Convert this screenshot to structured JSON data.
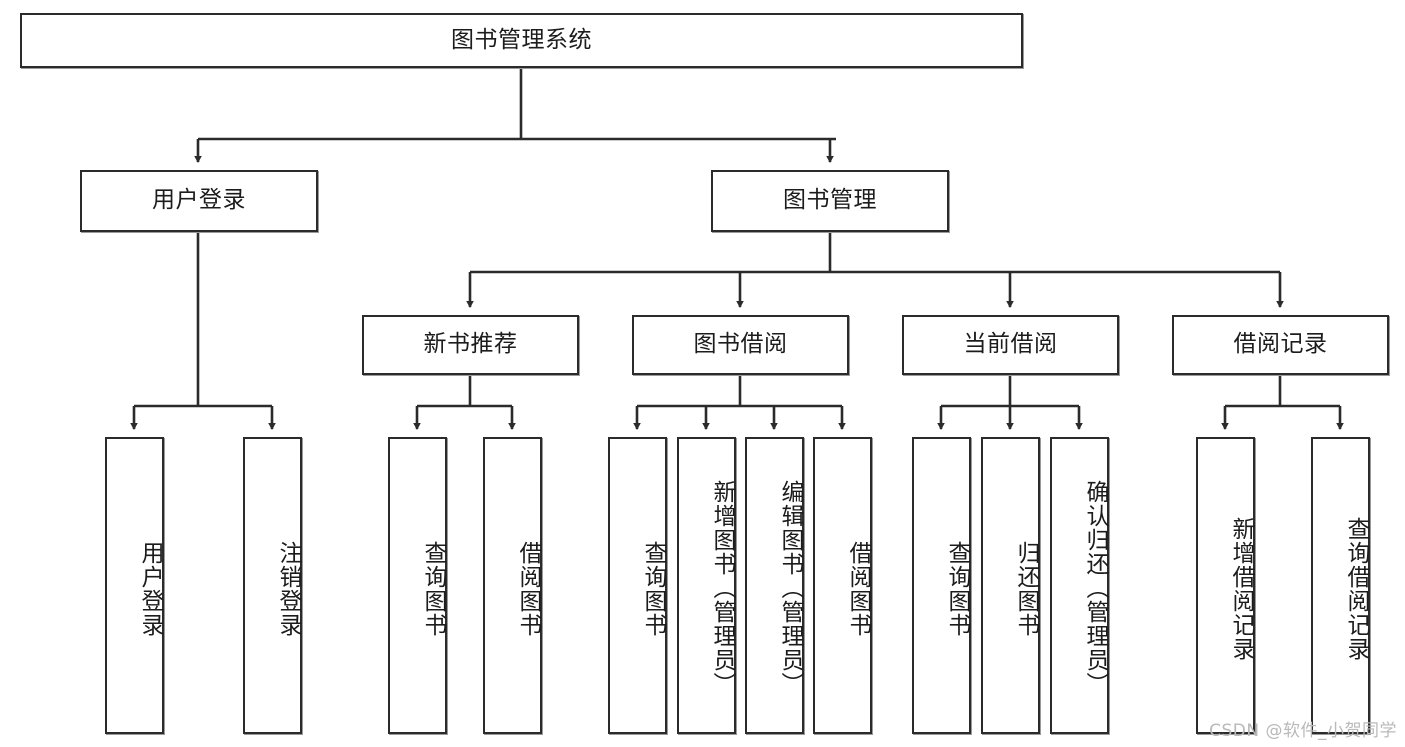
{
  "diagram": {
    "title": "图书管理系统",
    "type": "tree",
    "watermark": "CSDN @软件_小贺同学",
    "colors": {
      "stroke": "#2b2b2b",
      "fill": "#ffffff",
      "text": "#1c1c1c",
      "shadow": "#9a9a9a",
      "watermark": "#b9b9b9"
    },
    "levels": {
      "root": {
        "label": "图书管理系统"
      },
      "level2": [
        {
          "label": "用户登录"
        },
        {
          "label": "图书管理"
        }
      ],
      "level3": [
        {
          "label": "新书推荐"
        },
        {
          "label": "图书借阅"
        },
        {
          "label": "当前借阅"
        },
        {
          "label": "借阅记录"
        }
      ],
      "leaves": {
        "user_login": [
          {
            "label": "用户登录"
          },
          {
            "label": "注销登录"
          }
        ],
        "new_book_recommend": [
          {
            "label": "查询图书"
          },
          {
            "label": "借阅图书"
          }
        ],
        "book_borrow": [
          {
            "label": "查询图书"
          },
          {
            "label": "新增图书（管理员）"
          },
          {
            "label": "编辑图书（管理员）"
          },
          {
            "label": "借阅图书"
          }
        ],
        "current_borrow": [
          {
            "label": "查询图书"
          },
          {
            "label": "归还图书"
          },
          {
            "label": "确认归还（管理员）"
          }
        ],
        "borrow_record": [
          {
            "label": "新增借阅记录"
          },
          {
            "label": "查询借阅记录"
          }
        ]
      }
    }
  }
}
